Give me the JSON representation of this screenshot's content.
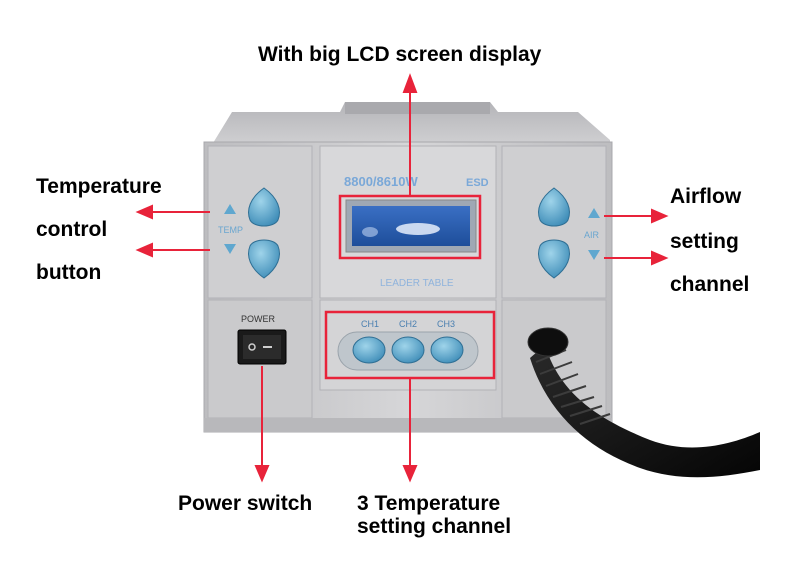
{
  "callouts": {
    "lcd": "With big LCD screen display",
    "temp_line1": "Temperature",
    "temp_line2": "control",
    "temp_line3": "button",
    "airflow_line1": "Airflow",
    "airflow_line2": "setting",
    "airflow_line3": "channel",
    "power": "Power switch",
    "channels_line1": "3 Temperature",
    "channels_line2": "setting channel"
  },
  "device_labels": {
    "temp": "TEMP",
    "air": "AIR",
    "power": "POWER",
    "esd": "ESD",
    "model": "8800/8610W",
    "bottom_text": "LEADER TABLE",
    "channels": [
      "CH1",
      "CH2",
      "CH3"
    ]
  },
  "colors": {
    "arrow": "#e8233a",
    "button": "#4fa0c8",
    "lcd": "#2b5fb0",
    "body": "#c9c9cb"
  }
}
